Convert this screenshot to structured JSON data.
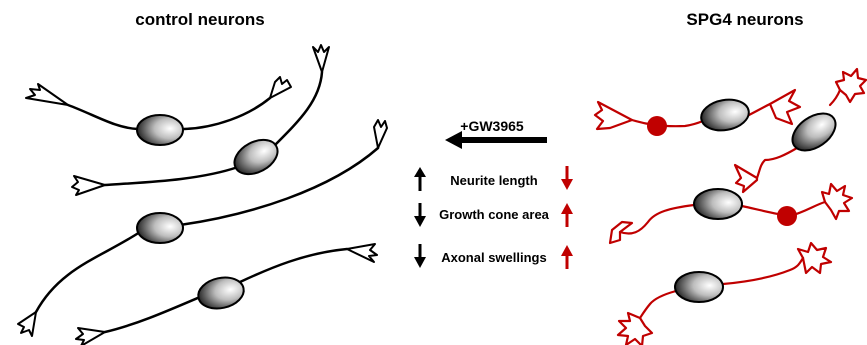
{
  "colors": {
    "control": "#000000",
    "spg4": "#c00000",
    "arrow_up_down": "#000000",
    "arrow_spg4": "#c00000"
  },
  "titles": {
    "left": "control neurons",
    "right": "SPG4 neurons"
  },
  "treatment": {
    "label": "+GW3965",
    "direction": "left"
  },
  "phenotypes": [
    {
      "label": "Neurite length",
      "control_arrow": "up",
      "spg4_arrow": "down"
    },
    {
      "label": "Growth cone area",
      "control_arrow": "down",
      "spg4_arrow": "up"
    },
    {
      "label": "Axonal swellings",
      "control_arrow": "down",
      "spg4_arrow": "up"
    }
  ]
}
